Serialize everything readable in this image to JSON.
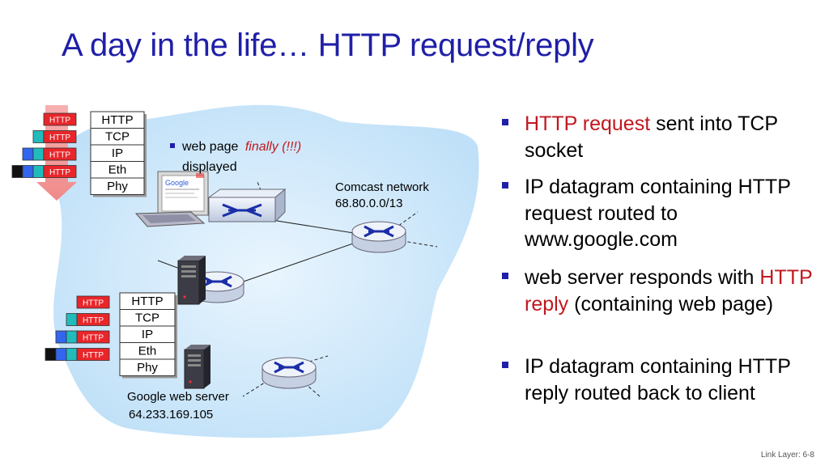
{
  "title": "A day in the life… HTTP request/reply",
  "diagram": {
    "client_stack": [
      "HTTP",
      "TCP",
      "IP",
      "Eth",
      "Phy"
    ],
    "server_stack": [
      "HTTP",
      "TCP",
      "IP",
      "Eth",
      "Phy"
    ],
    "packet_label": "HTTP",
    "note_text": "web page",
    "note_emphasis": "finally (!!!)",
    "note_line2": "displayed",
    "comcast_label": "Comcast network",
    "comcast_prefix": "68.80.0.0/13",
    "google_label": "Google web server",
    "google_ip": "64.233.169.105",
    "screen_logo": "Google"
  },
  "bullets": [
    {
      "red": "HTTP request",
      "text": " sent into TCP socket"
    },
    {
      "text": "IP datagram containing HTTP request routed to www.google.com"
    },
    {
      "pre": "web server responds with ",
      "red": "HTTP reply",
      "text": " (containing web page)"
    },
    {
      "text": "IP datagram containing HTTP reply routed back to client"
    }
  ],
  "footer": "Link Layer: 6-8",
  "colors": {
    "title": "#1f1fa8",
    "highlight": "#c0181f",
    "network_fill": "#cfe7fb",
    "packet_red": "#e8262a",
    "packet_blue": "#3366ee",
    "packet_teal": "#22bbbb"
  }
}
